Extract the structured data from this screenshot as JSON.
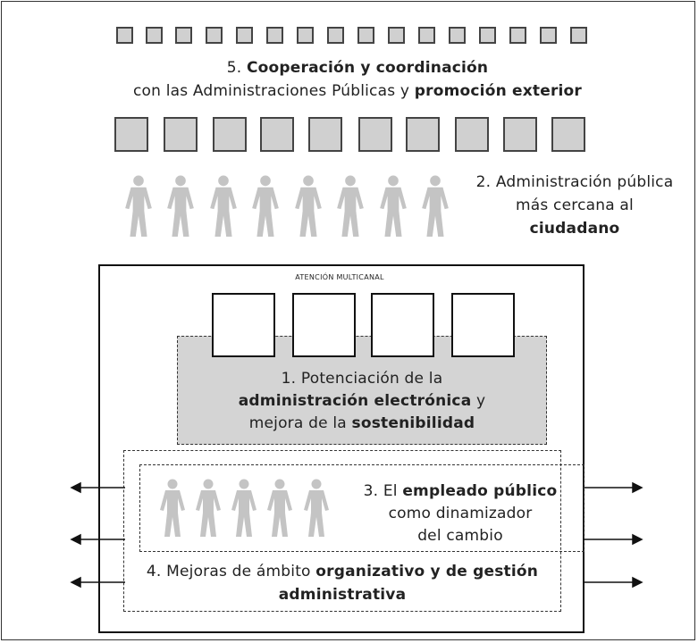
{
  "section5": {
    "num": "5.",
    "bold1": "Cooperación y coordinación",
    "line2_plain": "con las Administraciones Públicas y",
    "line2_bold": "promoción exterior"
  },
  "section2": {
    "line1": "2. Administración pública",
    "line2": "más cercana al",
    "line3_bold": "ciudadano"
  },
  "multichannel_label": "ATENCIÓN MULTICANAL",
  "section1": {
    "line1_num": "1.",
    "line1_text": "Potenciación de la",
    "line2_bold": "administración electrónica",
    "line2_plain": "y",
    "line3_plain": "mejora de la",
    "line3_bold": "sostenibilidad"
  },
  "section3": {
    "line1_num": "3. El",
    "line1_bold": "empleado público",
    "line2": "como dinamizador",
    "line3": "del cambio"
  },
  "section4": {
    "line1_plain": "4. Mejoras de ámbito",
    "line1_bold": "organizativo y de gestión",
    "line2_bold": "administrativa"
  },
  "colors": {
    "gray_fill": "#d0d0d0",
    "figure_gray": "#c4c4c4",
    "panel_gray": "#d4d4d4"
  }
}
